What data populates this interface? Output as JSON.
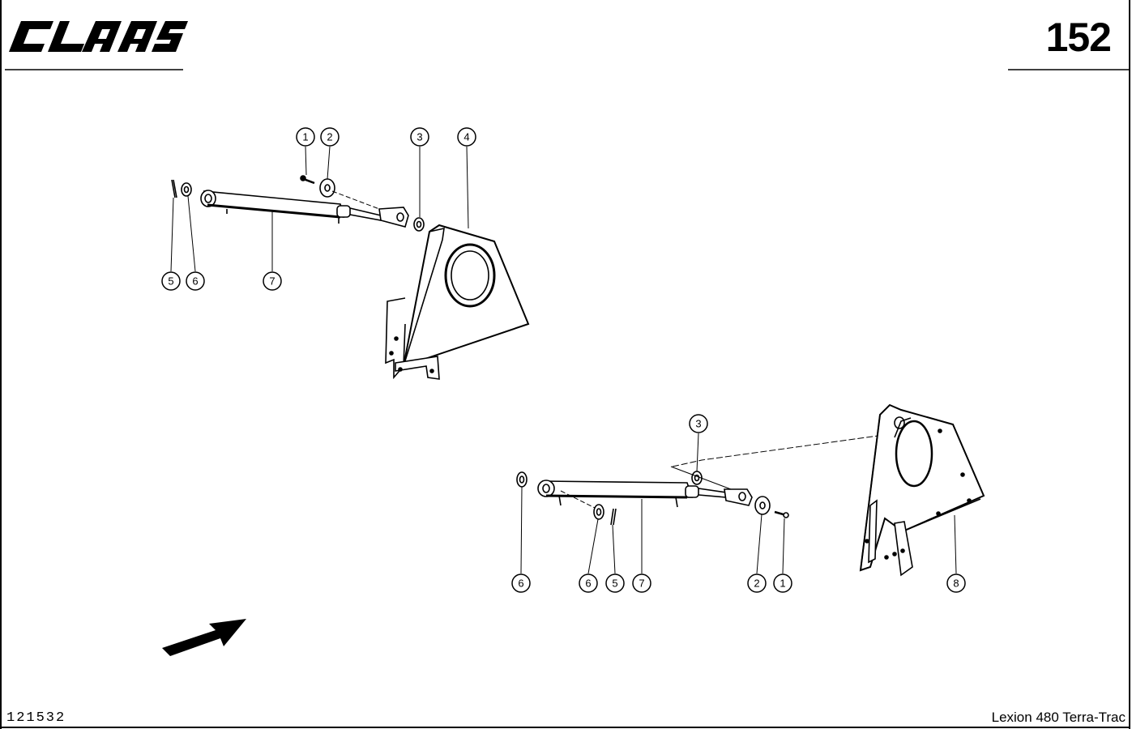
{
  "header": {
    "brand_logo_text": "CLAAS",
    "page_number": "152"
  },
  "footer": {
    "drawing_number": "121532",
    "model_name": "Lexion 480 Terra-Trac"
  },
  "diagram": {
    "upper_assembly_callouts": [
      "1",
      "2",
      "3",
      "4",
      "5",
      "6",
      "7"
    ],
    "lower_assembly_callouts": [
      "3",
      "6",
      "6",
      "5",
      "7",
      "2",
      "1",
      "8"
    ],
    "direction_arrow_icon": "direction-arrow-icon"
  }
}
